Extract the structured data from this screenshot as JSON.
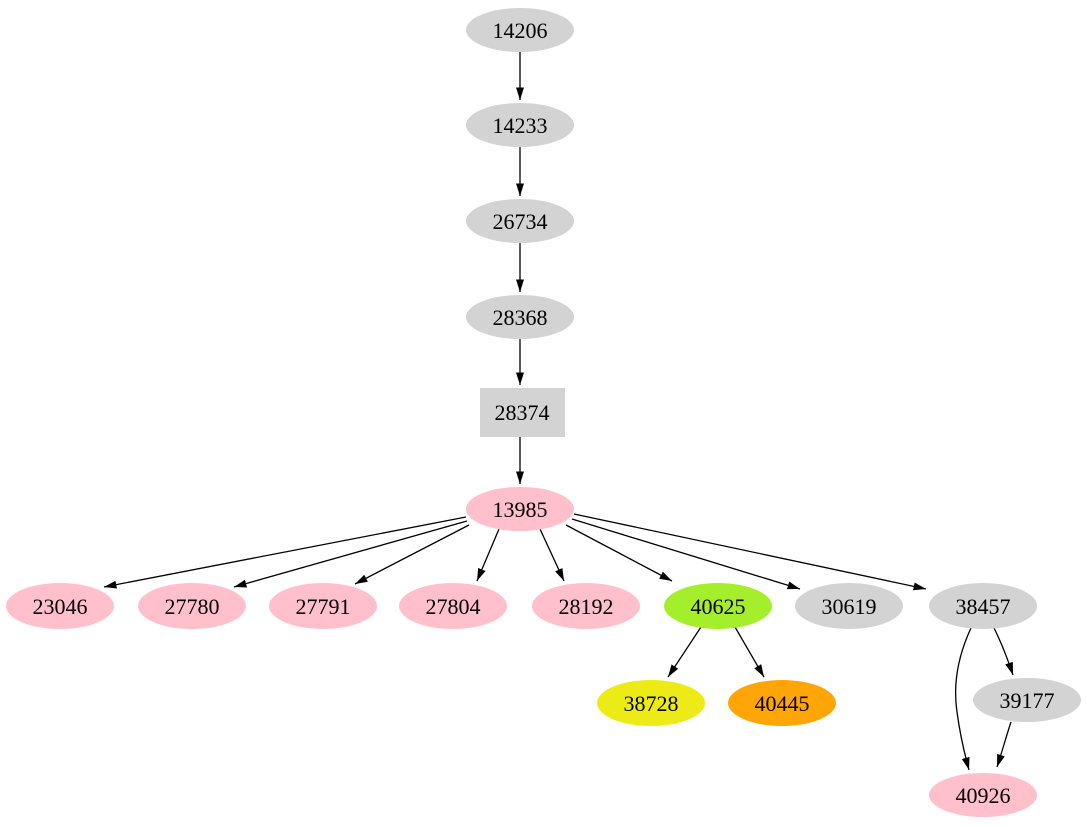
{
  "graph": {
    "type": "directed-graph",
    "background_color": "#ffffff",
    "edge_color": "#000000",
    "label_color": "#000000",
    "palette": {
      "grey": "#d3d3d3",
      "pink": "#ffc0cb",
      "green": "#a5ee2c",
      "yellow": "#edeb16",
      "orange": "#ffa505"
    },
    "nodes": [
      {
        "id": "14206",
        "label": "14206",
        "shape": "ellipse",
        "color": "#d3d3d3"
      },
      {
        "id": "14233",
        "label": "14233",
        "shape": "ellipse",
        "color": "#d3d3d3"
      },
      {
        "id": "26734",
        "label": "26734",
        "shape": "ellipse",
        "color": "#d3d3d3"
      },
      {
        "id": "28368",
        "label": "28368",
        "shape": "ellipse",
        "color": "#d3d3d3"
      },
      {
        "id": "28374",
        "label": "28374",
        "shape": "box",
        "color": "#d3d3d3"
      },
      {
        "id": "13985",
        "label": "13985",
        "shape": "ellipse",
        "color": "#ffc0cb"
      },
      {
        "id": "23046",
        "label": "23046",
        "shape": "ellipse",
        "color": "#ffc0cb"
      },
      {
        "id": "27780",
        "label": "27780",
        "shape": "ellipse",
        "color": "#ffc0cb"
      },
      {
        "id": "27791",
        "label": "27791",
        "shape": "ellipse",
        "color": "#ffc0cb"
      },
      {
        "id": "27804",
        "label": "27804",
        "shape": "ellipse",
        "color": "#ffc0cb"
      },
      {
        "id": "28192",
        "label": "28192",
        "shape": "ellipse",
        "color": "#ffc0cb"
      },
      {
        "id": "40625",
        "label": "40625",
        "shape": "ellipse",
        "color": "#a5ee2c"
      },
      {
        "id": "30619",
        "label": "30619",
        "shape": "ellipse",
        "color": "#d3d3d3"
      },
      {
        "id": "38457",
        "label": "38457",
        "shape": "ellipse",
        "color": "#d3d3d3"
      },
      {
        "id": "38728",
        "label": "38728",
        "shape": "ellipse",
        "color": "#edeb16"
      },
      {
        "id": "40445",
        "label": "40445",
        "shape": "ellipse",
        "color": "#ffa505"
      },
      {
        "id": "39177",
        "label": "39177",
        "shape": "ellipse",
        "color": "#d3d3d3"
      },
      {
        "id": "40926",
        "label": "40926",
        "shape": "ellipse",
        "color": "#ffc0cb"
      }
    ],
    "edges": [
      {
        "from": "14206",
        "to": "14233"
      },
      {
        "from": "14233",
        "to": "26734"
      },
      {
        "from": "26734",
        "to": "28368"
      },
      {
        "from": "28368",
        "to": "28374"
      },
      {
        "from": "28374",
        "to": "13985"
      },
      {
        "from": "13985",
        "to": "23046"
      },
      {
        "from": "13985",
        "to": "27780"
      },
      {
        "from": "13985",
        "to": "27791"
      },
      {
        "from": "13985",
        "to": "27804"
      },
      {
        "from": "13985",
        "to": "28192"
      },
      {
        "from": "13985",
        "to": "40625"
      },
      {
        "from": "13985",
        "to": "30619"
      },
      {
        "from": "13985",
        "to": "38457"
      },
      {
        "from": "40625",
        "to": "38728"
      },
      {
        "from": "40625",
        "to": "40445"
      },
      {
        "from": "38457",
        "to": "39177"
      },
      {
        "from": "38457",
        "to": "40926"
      },
      {
        "from": "39177",
        "to": "40926"
      }
    ]
  }
}
